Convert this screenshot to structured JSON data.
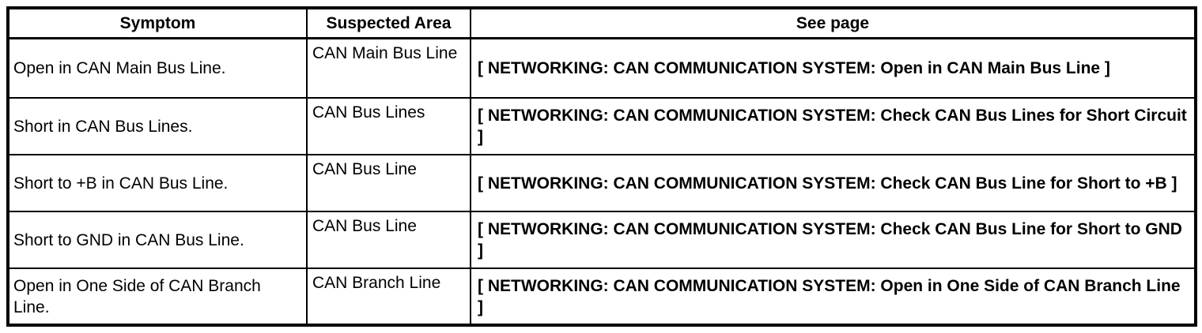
{
  "table": {
    "headers": {
      "symptom": "Symptom",
      "suspected_area": "Suspected Area",
      "see_page": "See page"
    },
    "rows": [
      {
        "symptom": "Open in CAN Main Bus Line.",
        "suspected_area": "CAN Main Bus Line",
        "see_page": "[ NETWORKING: CAN COMMUNICATION SYSTEM: Open in CAN Main Bus Line ]"
      },
      {
        "symptom": "Short in CAN Bus Lines.",
        "suspected_area": "CAN Bus Lines",
        "see_page": "[ NETWORKING: CAN COMMUNICATION SYSTEM: Check CAN Bus Lines for Short Circuit ]"
      },
      {
        "symptom": "Short to +B in CAN Bus Line.",
        "suspected_area": "CAN Bus Line",
        "see_page": "[ NETWORKING: CAN COMMUNICATION SYSTEM: Check CAN Bus Line for Short to +B ]"
      },
      {
        "symptom": "Short to GND in CAN Bus Line.",
        "suspected_area": "CAN Bus Line",
        "see_page": "[ NETWORKING: CAN COMMUNICATION SYSTEM: Check CAN Bus Line for Short to GND ]"
      },
      {
        "symptom": "Open in One Side of CAN Branch Line.",
        "suspected_area": "CAN Branch Line",
        "see_page": "[ NETWORKING: CAN COMMUNICATION SYSTEM: Open in One Side of CAN Branch Line ]"
      }
    ],
    "colors": {
      "border": "#000000",
      "background": "#ffffff",
      "text": "#000000"
    }
  }
}
